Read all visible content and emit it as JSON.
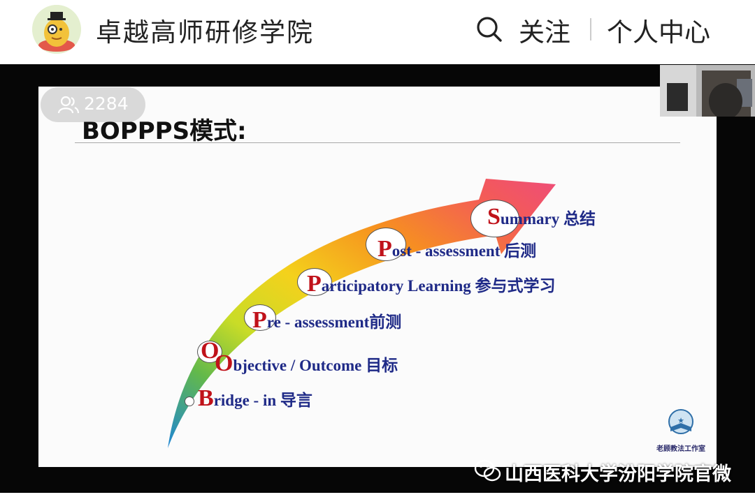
{
  "header": {
    "channel_name": "卓越高师研修学院",
    "follow_label": "关注",
    "profile_label": "个人中心"
  },
  "live": {
    "viewer_count": "2284"
  },
  "slide": {
    "title": "BOPPPS模式:",
    "steps": [
      {
        "letter": "B",
        "text": "ridge - in 导言"
      },
      {
        "letter": "O",
        "text": "bjective / Outcome 目标"
      },
      {
        "letter": "P",
        "text": "re - assessment前测"
      },
      {
        "letter": "P",
        "text": "articipatory Learning 参与式学习"
      },
      {
        "letter": "P",
        "text": "ost - assessment 后测"
      },
      {
        "letter": "S",
        "text": "ummary 总结"
      }
    ],
    "objective_extra_letter": "O",
    "studio_logo_text": "老顾教法工作室"
  },
  "watermark": {
    "text": "山西医科大学汾阳学院官微"
  },
  "colors": {
    "letter_red": "#c0121a",
    "text_navy": "#1f2a87",
    "arrow_gradient": [
      "#1d86d6",
      "#7ec433",
      "#f2e21a",
      "#f59a1e",
      "#ef4e6e"
    ]
  }
}
